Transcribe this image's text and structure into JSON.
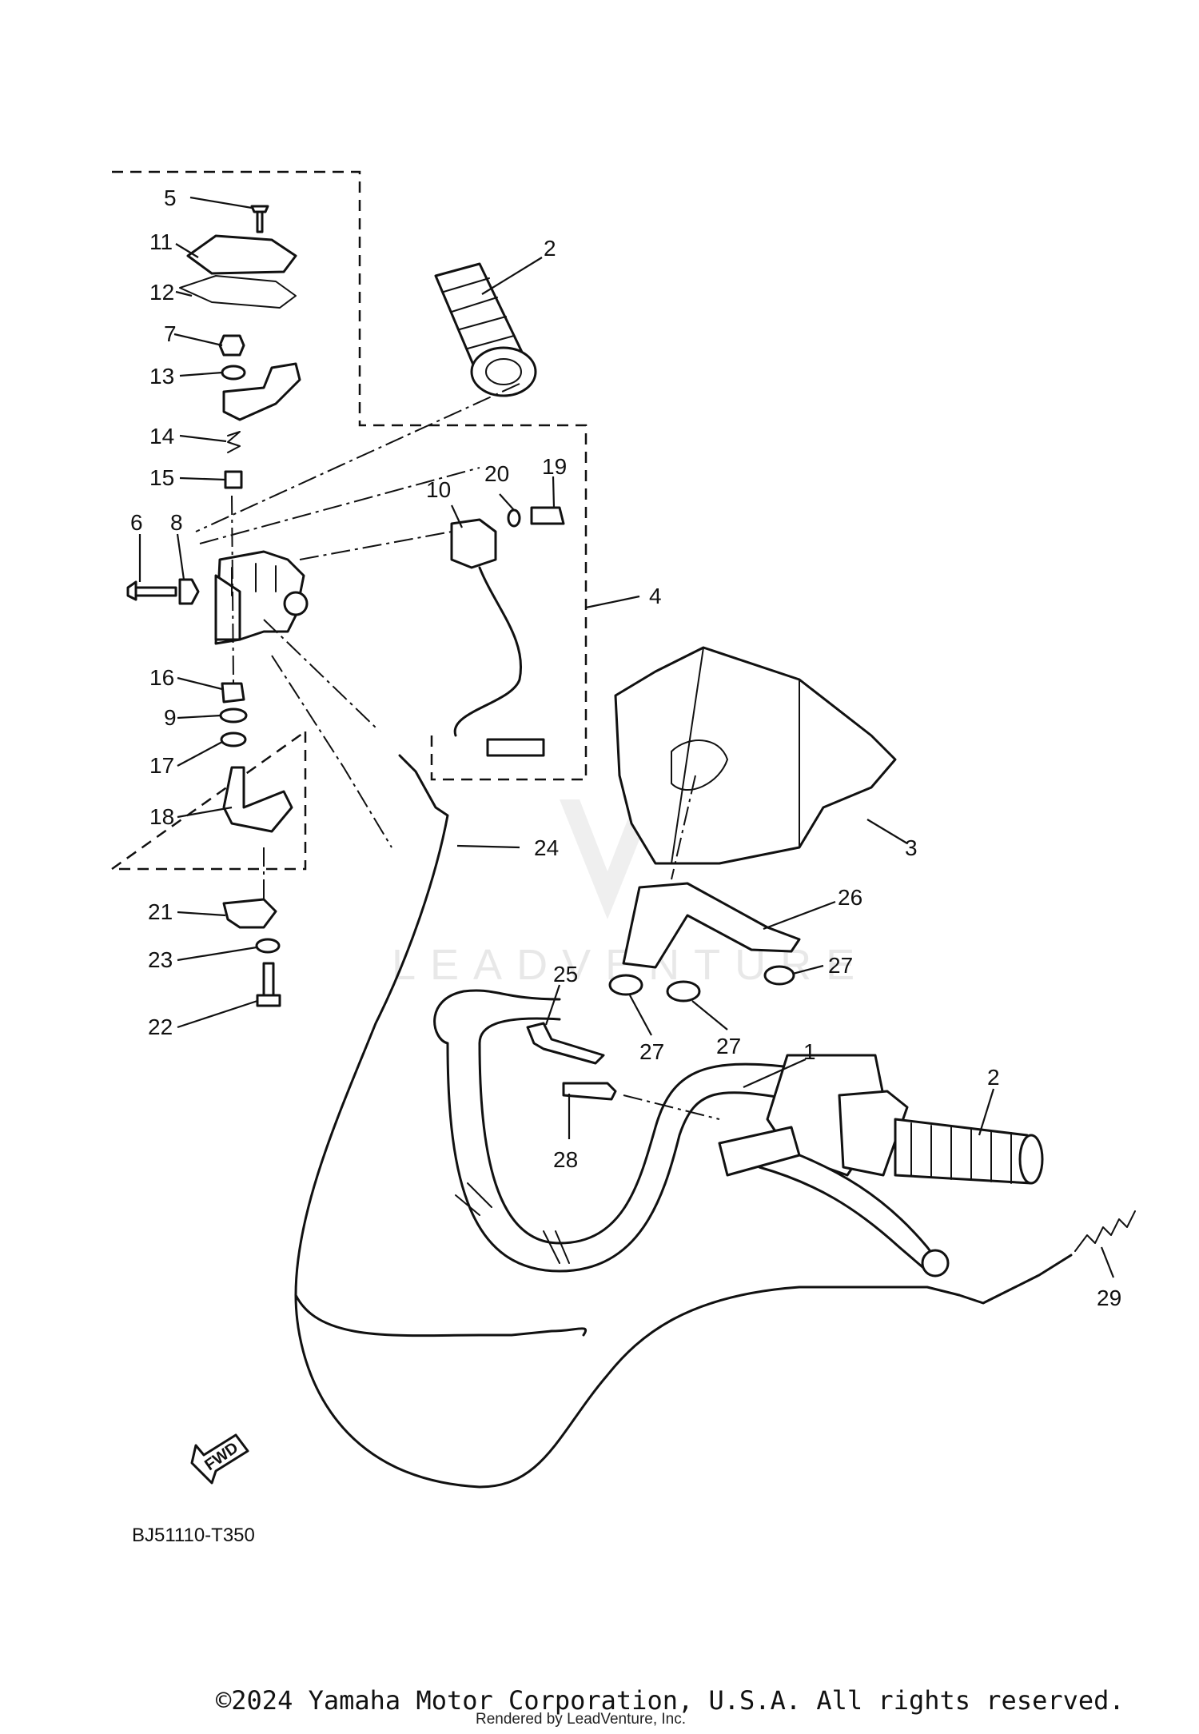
{
  "diagram": {
    "code": "BJ51110-T350",
    "fwd_label": "FWD",
    "watermark": "LEADVENTURE",
    "callouts": [
      "1",
      "2",
      "2",
      "3",
      "4",
      "5",
      "6",
      "7",
      "8",
      "9",
      "10",
      "11",
      "12",
      "13",
      "14",
      "15",
      "16",
      "17",
      "18",
      "19",
      "20",
      "21",
      "22",
      "23",
      "24",
      "25",
      "26",
      "27",
      "27",
      "27",
      "28",
      "29"
    ]
  },
  "footer": {
    "copyright": "©2024 Yamaha Motor Corporation, U.S.A. All rights reserved.",
    "rendered_by": "Rendered by LeadVenture, Inc."
  }
}
